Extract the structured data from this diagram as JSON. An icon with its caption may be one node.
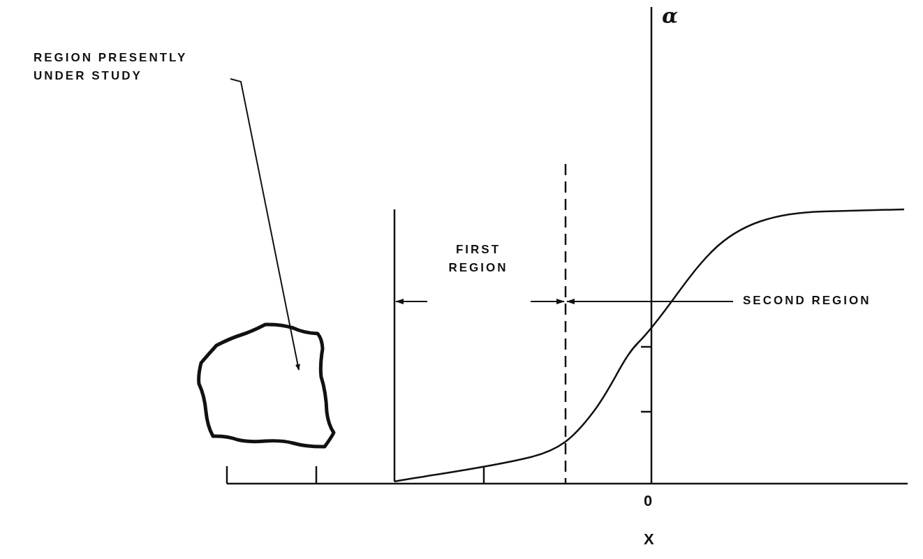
{
  "diagram": {
    "nodes": [
      {
        "text": [
          "REGION PRESENTLY UNDER STUDY"
        ]
      },
      {
        "text": [],
        "shape": "blob"
      }
    ],
    "edges": [
      {
        "from": 0,
        "to": 1,
        "arrow": "to"
      }
    ],
    "labels": [
      "α",
      "FIRST REGION",
      "SECOND REGION",
      "0",
      "X"
    ]
  }
}
